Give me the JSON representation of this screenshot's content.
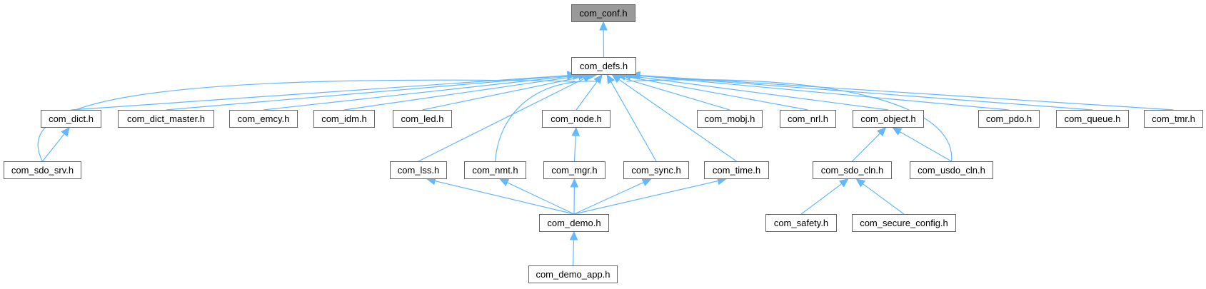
{
  "diagram": {
    "edge_color": "#63b8ff",
    "node_border_color": "#666666",
    "root_fill_color": "#999999",
    "nodes": [
      {
        "id": "com_conf",
        "label": "com_conf.h",
        "root": true
      },
      {
        "id": "com_defs",
        "label": "com_defs.h"
      },
      {
        "id": "com_dict",
        "label": "com_dict.h"
      },
      {
        "id": "com_dict_master",
        "label": "com_dict_master.h"
      },
      {
        "id": "com_emcy",
        "label": "com_emcy.h"
      },
      {
        "id": "com_idm",
        "label": "com_idm.h"
      },
      {
        "id": "com_led",
        "label": "com_led.h"
      },
      {
        "id": "com_node",
        "label": "com_node.h"
      },
      {
        "id": "com_mobj",
        "label": "com_mobj.h"
      },
      {
        "id": "com_nrl",
        "label": "com_nrl.h"
      },
      {
        "id": "com_object",
        "label": "com_object.h"
      },
      {
        "id": "com_pdo",
        "label": "com_pdo.h"
      },
      {
        "id": "com_queue",
        "label": "com_queue.h"
      },
      {
        "id": "com_tmr",
        "label": "com_tmr.h"
      },
      {
        "id": "com_sdo_srv",
        "label": "com_sdo_srv.h"
      },
      {
        "id": "com_lss",
        "label": "com_lss.h"
      },
      {
        "id": "com_nmt",
        "label": "com_nmt.h"
      },
      {
        "id": "com_mgr",
        "label": "com_mgr.h"
      },
      {
        "id": "com_sync",
        "label": "com_sync.h"
      },
      {
        "id": "com_time",
        "label": "com_time.h"
      },
      {
        "id": "com_sdo_cln",
        "label": "com_sdo_cln.h"
      },
      {
        "id": "com_usdo_cln",
        "label": "com_usdo_cln.h"
      },
      {
        "id": "com_demo",
        "label": "com_demo.h"
      },
      {
        "id": "com_safety",
        "label": "com_safety.h"
      },
      {
        "id": "com_secure_config",
        "label": "com_secure_config.h"
      },
      {
        "id": "com_demo_app",
        "label": "com_demo_app.h"
      }
    ],
    "edges": [
      {
        "from": "com_defs",
        "to": "com_conf"
      },
      {
        "from": "com_dict",
        "to": "com_defs"
      },
      {
        "from": "com_dict_master",
        "to": "com_defs"
      },
      {
        "from": "com_emcy",
        "to": "com_defs"
      },
      {
        "from": "com_idm",
        "to": "com_defs"
      },
      {
        "from": "com_led",
        "to": "com_defs"
      },
      {
        "from": "com_node",
        "to": "com_defs"
      },
      {
        "from": "com_mobj",
        "to": "com_defs"
      },
      {
        "from": "com_nrl",
        "to": "com_defs"
      },
      {
        "from": "com_object",
        "to": "com_defs"
      },
      {
        "from": "com_pdo",
        "to": "com_defs"
      },
      {
        "from": "com_queue",
        "to": "com_defs"
      },
      {
        "from": "com_tmr",
        "to": "com_defs"
      },
      {
        "from": "com_sdo_srv",
        "to": "com_defs"
      },
      {
        "from": "com_lss",
        "to": "com_defs"
      },
      {
        "from": "com_nmt",
        "to": "com_defs"
      },
      {
        "from": "com_sync",
        "to": "com_defs"
      },
      {
        "from": "com_time",
        "to": "com_defs"
      },
      {
        "from": "com_usdo_cln",
        "to": "com_defs"
      },
      {
        "from": "com_sdo_srv",
        "to": "com_dict"
      },
      {
        "from": "com_mgr",
        "to": "com_node"
      },
      {
        "from": "com_sdo_cln",
        "to": "com_object"
      },
      {
        "from": "com_usdo_cln",
        "to": "com_object"
      },
      {
        "from": "com_demo",
        "to": "com_lss"
      },
      {
        "from": "com_demo",
        "to": "com_nmt"
      },
      {
        "from": "com_demo",
        "to": "com_mgr"
      },
      {
        "from": "com_demo",
        "to": "com_sync"
      },
      {
        "from": "com_demo",
        "to": "com_time"
      },
      {
        "from": "com_safety",
        "to": "com_sdo_cln"
      },
      {
        "from": "com_secure_config",
        "to": "com_sdo_cln"
      },
      {
        "from": "com_demo_app",
        "to": "com_demo"
      }
    ]
  }
}
